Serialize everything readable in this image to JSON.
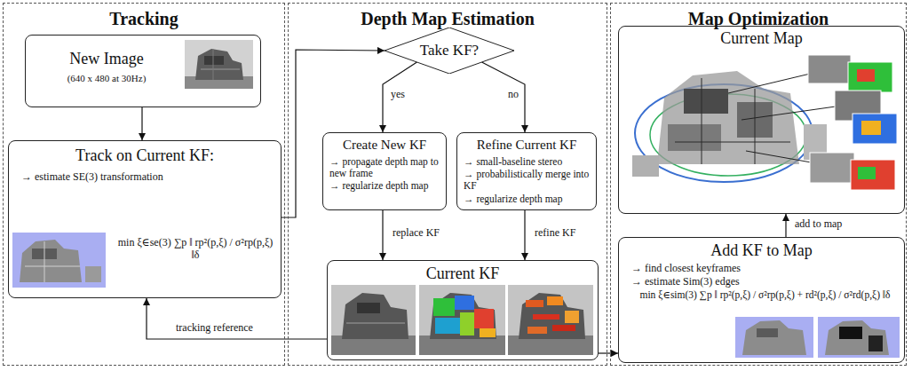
{
  "diagram": {
    "nodes": [
      {
        "text": [
          "Tracking"
        ]
      },
      {
        "text": [
          "New Image",
          "(640 x 480 at 30Hz)"
        ],
        "in": 0
      },
      {
        "text": [
          "Track on Current KF:",
          "→ estimate SE(3) transformation",
          "min ξ∈se(3) ∑p ‖ rp²(p,ξ) / σ²rp(p,ξ) ‖δ"
        ],
        "in": 0
      },
      {
        "text": [
          "Depth Map Estimation"
        ]
      },
      {
        "text": [
          "Take KF?"
        ],
        "in": 3
      },
      {
        "text": [
          "Create New KF",
          "→ propagate depth map to new frame",
          "→ regularize depth map"
        ],
        "in": 3
      },
      {
        "text": [
          "Refine Current KF",
          "→ small-baseline stereo",
          "→ probabilistically merge into KF",
          "→ regularize depth map"
        ],
        "in": 3
      },
      {
        "text": [
          "Current KF"
        ],
        "in": 3
      },
      {
        "text": [
          "Map Optimization"
        ]
      },
      {
        "text": [
          "Current Map"
        ],
        "in": 8
      },
      {
        "text": [
          "Add KF to Map",
          "→ find closest keyframes",
          "→ estimate Sim(3) edges",
          "min ξ∈sim(3) ∑p ‖ rp²(p,ξ) / σ²rp(p,ξ) + rd²(p,ξ) / σ²rd(p,ξ) ‖δ"
        ],
        "in": 8
      }
    ],
    "edges": [
      {
        "from": 1,
        "to": 2,
        "arrow": "to"
      },
      {
        "from": 2,
        "to": 4,
        "arrow": "to"
      },
      {
        "from": 4,
        "to": 5,
        "label": "yes",
        "arrow": "to"
      },
      {
        "from": 4,
        "to": 6,
        "label": "no",
        "arrow": "to"
      },
      {
        "from": 5,
        "to": 7,
        "label": "replace KF",
        "arrow": "to"
      },
      {
        "from": 6,
        "to": 7,
        "label": "refine KF",
        "arrow": "to"
      },
      {
        "from": 7,
        "to": 2,
        "label": "tracking reference",
        "arrow": "to"
      },
      {
        "from": 7,
        "to": 10,
        "arrow": "to"
      },
      {
        "from": 10,
        "to": 9,
        "label": "add to map",
        "arrow": "to"
      }
    ]
  }
}
